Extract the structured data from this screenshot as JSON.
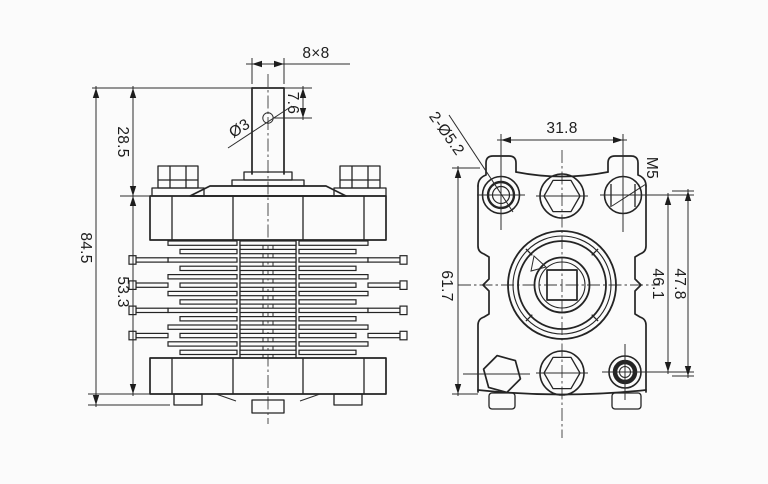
{
  "figure": {
    "background": "#fbfbfb",
    "ink": "#242424",
    "views": {
      "side": {
        "dims": {
          "shaft_section": "8×8",
          "hole_depth": "7.6",
          "cross_hole": "Ø3",
          "upper_height": "28.5",
          "overall_height": "84.5",
          "stack_height": "53.3"
        }
      },
      "front": {
        "dims": {
          "hole_pitch_x": "31.8",
          "corner_holes": "2-Ø5.2",
          "thread": "M5",
          "body_height": "61.7",
          "hole_pitch_y": "46.1",
          "outer_span_y": "47.8"
        }
      }
    }
  }
}
